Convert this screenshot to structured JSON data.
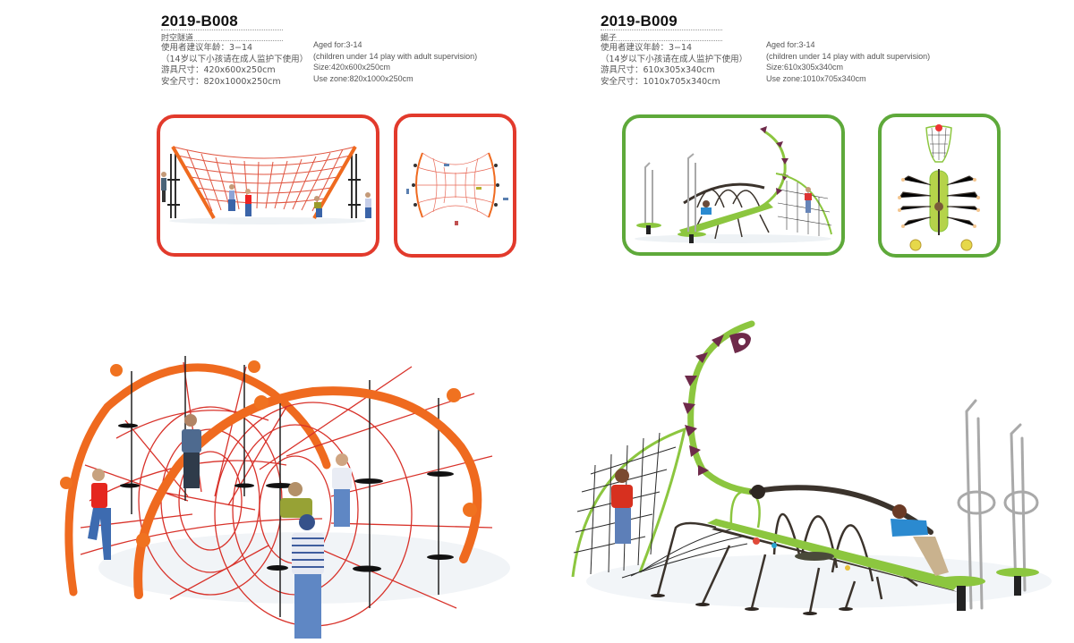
{
  "products": [
    {
      "code": "2019-B008",
      "name_cn": "时空隧道",
      "cn_specs": [
        "使用者建议年龄：3−14",
        "（14岁以下小孩请在成人监护下使用）",
        "游具尺寸：420x600x250cm",
        "安全尺寸：820x1000x250cm"
      ],
      "en_specs": [
        "Aged  for:3-14",
        "(children under 14 play with adult supervision)",
        "Size:420x600x250cm",
        "Use zone:820x1000x250cm"
      ],
      "frame_color": "#e23a2c",
      "thumbnails": [
        "side-elevation-view",
        "top-plan-view"
      ],
      "render": "orange-spiderweb-tunnel-climber-3d"
    },
    {
      "code": "2019-B009",
      "name_cn": "蝎子",
      "cn_specs": [
        "使用者建议年龄：3−14",
        "（14岁以下小孩请在成人监护下使用）",
        "游具尺寸：610x305x340cm",
        "安全尺寸：1010x705x340cm"
      ],
      "en_specs": [
        "Aged  for:3-14",
        "(children under 14 play with adult supervision)",
        "Size:610x305x340cm",
        "Use zone:1010x705x340cm"
      ],
      "frame_color": "#5ea93a",
      "thumbnails": [
        "side-elevation-view",
        "top-plan-view"
      ],
      "render": "green-scorpion-climber-3d"
    }
  ],
  "colors": {
    "orange_frame": "#ef6a1f",
    "red_net": "#d8322a",
    "lime": "#8cc63f",
    "dark_bronze": "#3b332c",
    "purple_spikes": "#6e2a4a",
    "steel": "#a9a9a9"
  }
}
